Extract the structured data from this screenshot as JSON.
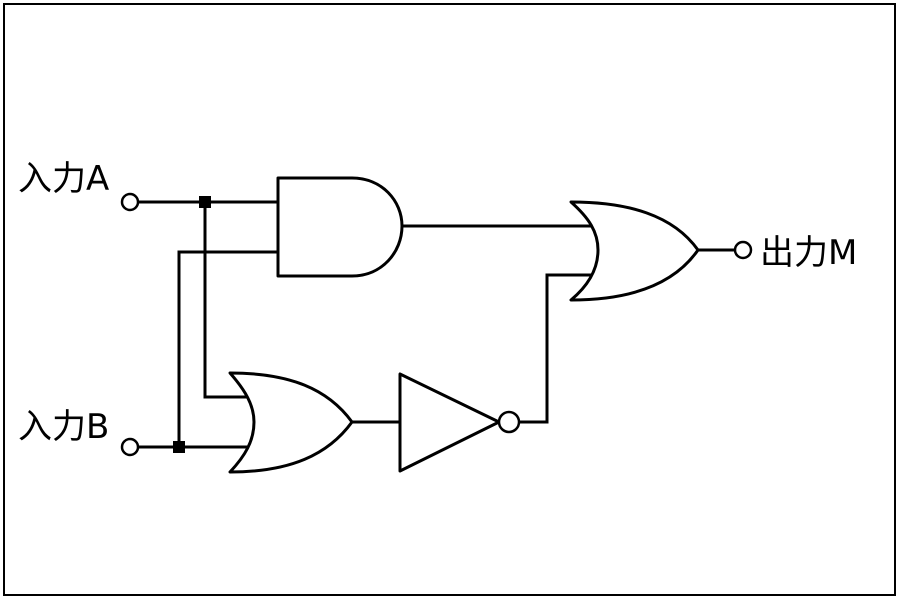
{
  "labels": {
    "input_a": "入力A",
    "input_b": "入力B",
    "output_m": "出力M"
  },
  "components": {
    "and_gate": "and-gate",
    "or_gate": "or-gate",
    "not_gate": "not-gate",
    "output_or_gate": "or-gate"
  },
  "colors": {
    "line": "#000000",
    "background": "#ffffff"
  }
}
